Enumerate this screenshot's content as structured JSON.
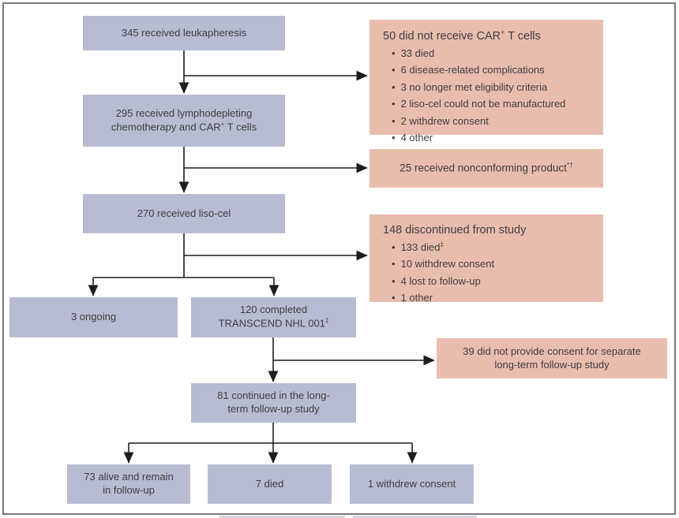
{
  "figure": {
    "kind": "patient-flow-diagram",
    "study": "TRANSCEND NHL 001"
  },
  "colors": {
    "flow_box": "#b8bcd2",
    "exclusion_box": "#e9bdae",
    "text": "#3e3c41",
    "arrow": "#1f1c1d",
    "frame_border": "#77787b"
  },
  "flow_boxes": {
    "leukapheresis": {
      "text": "345 received leukapheresis"
    },
    "lymphodepleting": {
      "line1": "295 received lymphodepleting",
      "line2_pre": "chemotherapy and CAR",
      "line2_sup": "+",
      "line2_post": " T cells"
    },
    "liso_cel": {
      "text": "270 received liso-cel"
    },
    "ongoing": {
      "text": "3 ongoing"
    },
    "completed": {
      "line1": "120 completed",
      "line2": "TRANSCEND NHL 001",
      "line2_sup": "‡"
    },
    "long_term": {
      "line1": "81 continued in the long-",
      "line2": "term follow-up study"
    },
    "alive": {
      "line1": "73 alive and remain",
      "line2": "in follow-up"
    },
    "died": {
      "text": "7 died"
    },
    "withdrew": {
      "text": "1 withdrew consent"
    }
  },
  "exclusion_boxes": {
    "no_car_t_cells": {
      "title_pre": "50 did not receive CAR",
      "title_sup": "+",
      "title_post": " T cells",
      "bullets": [
        {
          "text": "33 died"
        },
        {
          "text": "6 disease-related complications"
        },
        {
          "text": "3 no longer met eligibility criteria"
        },
        {
          "text": "2 liso-cel could not be manufactured"
        },
        {
          "text": "2 withdrew consent"
        },
        {
          "text": "4 other"
        }
      ]
    },
    "nonconforming": {
      "text": "25 received nonconforming product",
      "sup": "*†"
    },
    "discontinued": {
      "title": "148 discontinued from study",
      "bullets": [
        {
          "text": "133 died",
          "sup": "‡"
        },
        {
          "text": "10 withdrew consent"
        },
        {
          "text": "4 lost to follow-up"
        },
        {
          "text": "1 other"
        }
      ]
    },
    "no_consent": {
      "line1": "39 did not provide consent for separate",
      "line2": "long-term follow-up study"
    }
  }
}
